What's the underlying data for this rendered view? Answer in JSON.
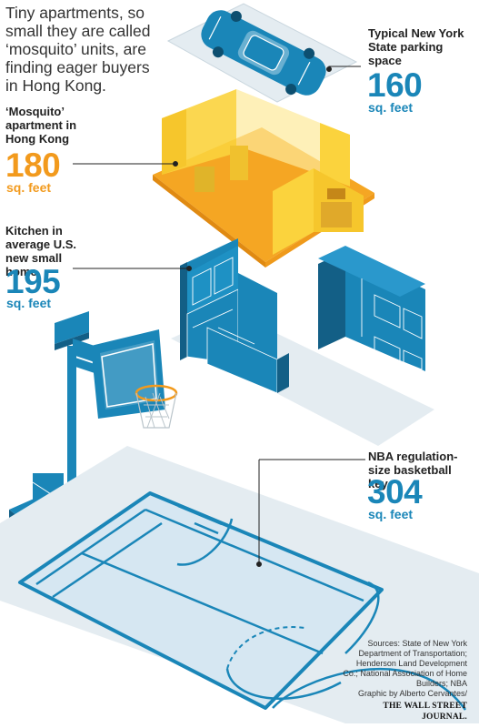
{
  "headline": "Tiny apartments, so small they are called ‘mosquito’ units, are finding eager buyers in Hong Kong.",
  "items": [
    {
      "key": "parking",
      "label": "Typical New York State parking space",
      "value": "160",
      "unit": "sq. feet",
      "color": "#1a86b8"
    },
    {
      "key": "mosquito",
      "label": "‘Mosquito’ apartment in Hong Kong",
      "value": "180",
      "unit": "sq. feet",
      "color": "#f29a1d"
    },
    {
      "key": "kitchen",
      "label": "Kitchen in average U.S. new small home",
      "value": "195",
      "unit": "sq. feet",
      "color": "#1a86b8"
    },
    {
      "key": "court",
      "label": "NBA regulation-size basketball key",
      "value": "304",
      "unit": "sq. feet",
      "color": "#1a86b8"
    }
  ],
  "sources": "Sources: State of New York Department of Transportation; Henderson Land Development Co.; National Association of Home Builders; NBA",
  "credit": "Graphic by Alberto Cervantes/",
  "publisher": "THE WALL STREET JOURNAL.",
  "colors": {
    "blue": "#1a86b8",
    "orange": "#f29a1d",
    "yellow": "#fbd33d",
    "floor": "#e4ecf1"
  },
  "icons": [
    "car-icon",
    "apartment-icon",
    "kitchen-icon",
    "basketball-hoop-icon",
    "court-icon"
  ]
}
